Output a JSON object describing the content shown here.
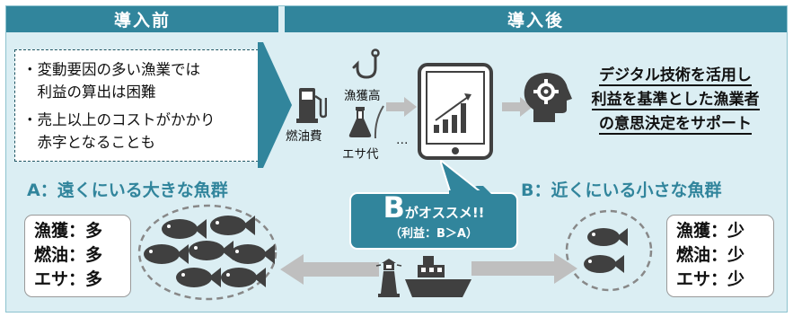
{
  "header": {
    "before": "導入前",
    "after": "導入後"
  },
  "before": {
    "items": [
      [
        "・変動要因の多い漁業では",
        "　利益の算出は困難"
      ],
      [
        "・売上以上のコストがかかり",
        "　赤字となることも"
      ]
    ]
  },
  "factors": {
    "fuel": "燃油費",
    "catch": "漁獲高",
    "bait": "エサ代",
    "more": "…"
  },
  "after": {
    "lines": [
      "デジタル技術を活用し",
      "利益を基準とした漁業者",
      "の意思決定をサポート"
    ]
  },
  "option_a": {
    "title": "A：遠くにいる大きな魚群",
    "stats": [
      "漁獲：多",
      "燃油：多",
      "エサ：多"
    ]
  },
  "option_b": {
    "title": "B：近くにいる小さな魚群",
    "stats": [
      "漁獲：少",
      "燃油：少",
      "エサ：少"
    ]
  },
  "recommend": {
    "letter": "B",
    "text": "がオススメ!!",
    "detail": "（利益：B＞A）"
  },
  "colors": {
    "header": "#31859c",
    "panel": "#dbeef3",
    "accent": "#31859c",
    "icon": "#404040",
    "arrow": "#bfbfbf"
  }
}
